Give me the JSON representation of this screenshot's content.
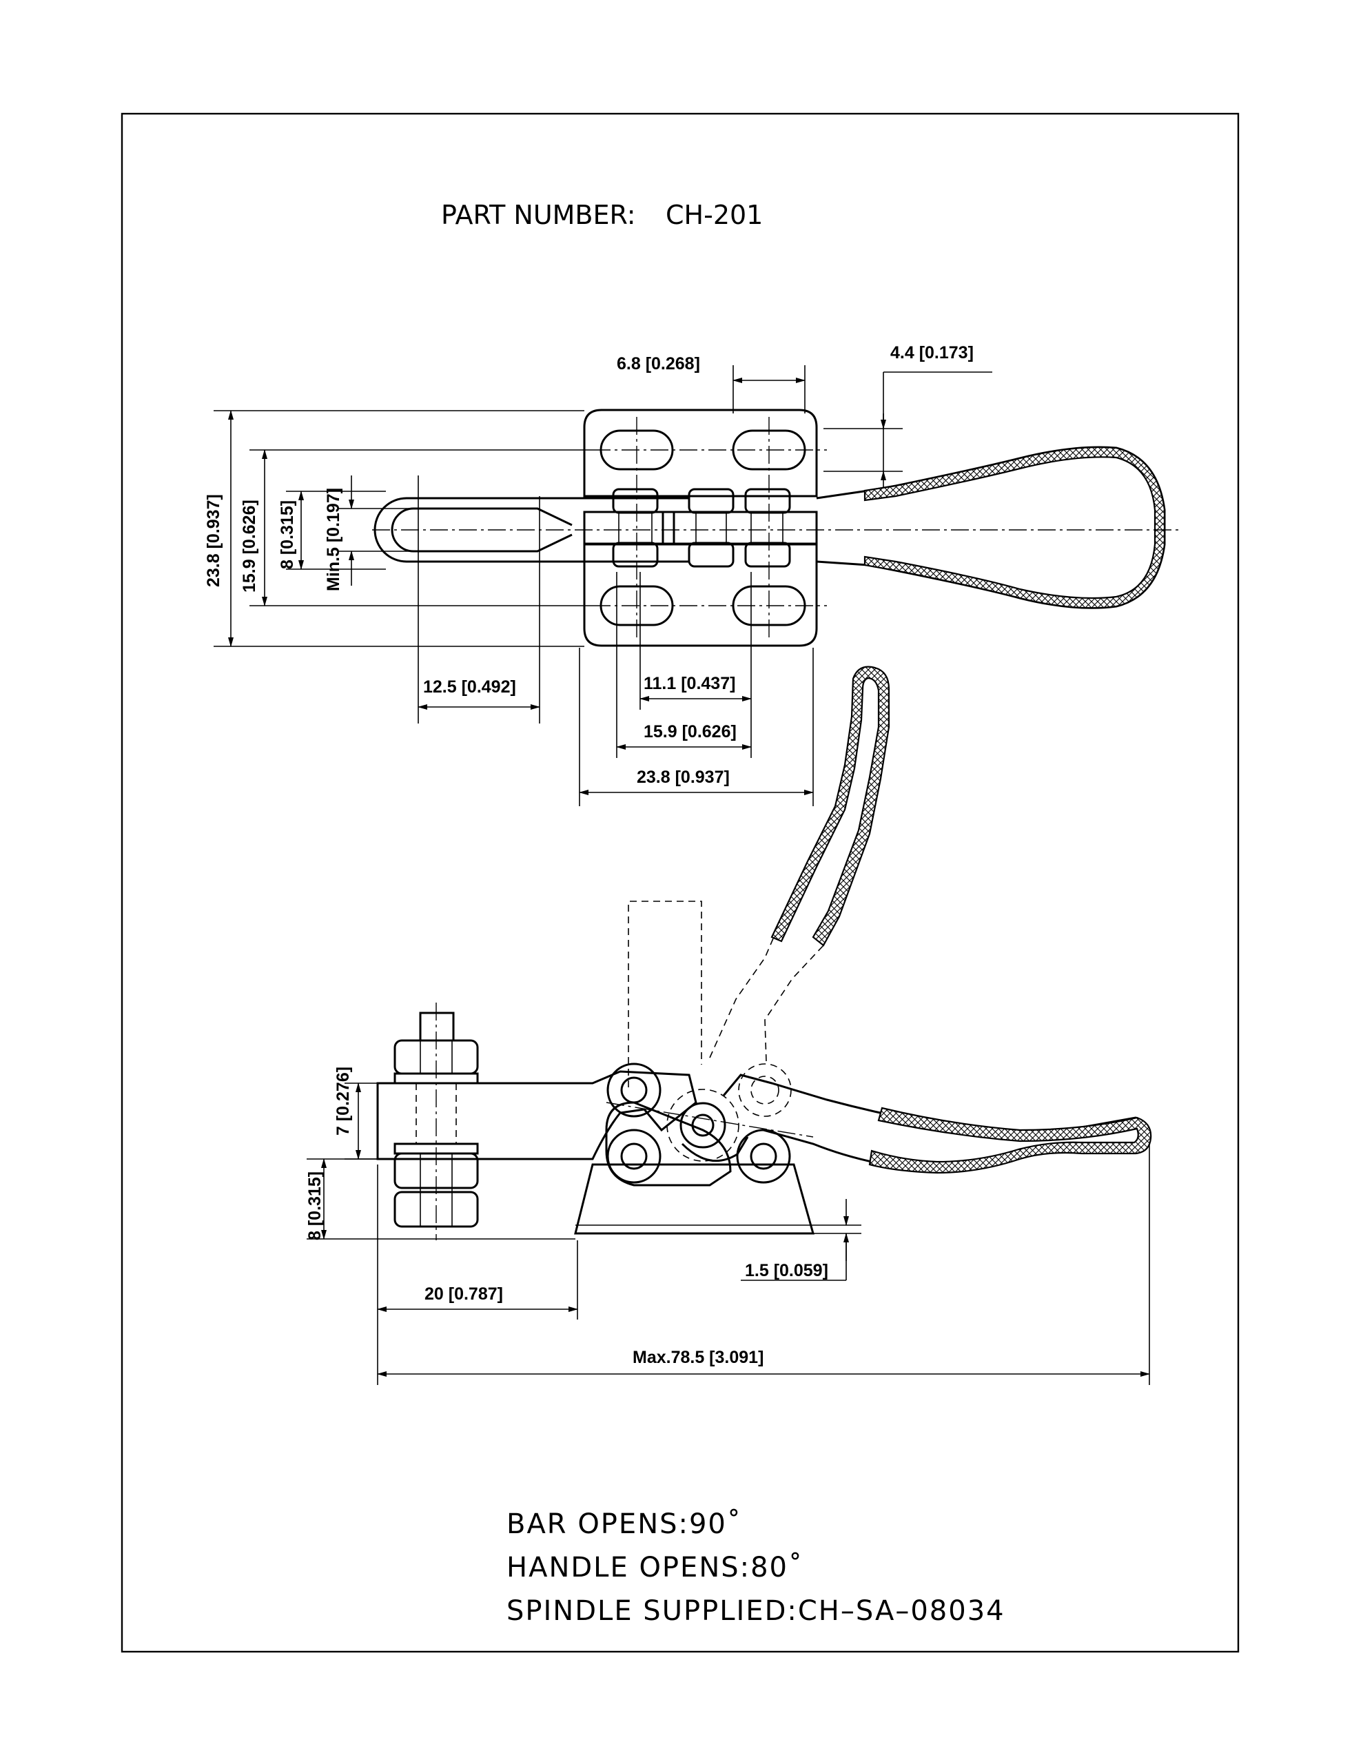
{
  "title": {
    "label": "PART NUMBER:",
    "value": "CH-201"
  },
  "dimensions": {
    "top_width_6_8": "6.8 [0.268]",
    "top_4_4": "4.4 [0.173]",
    "height_23_8": "23.8 [0.937]",
    "height_15_9": "15.9 [0.626]",
    "height_8": "8 [0.315]",
    "min_5": "Min.5 [0.197]",
    "len_12_5": "12.5 [0.492]",
    "w_11_1": "11.1 [0.437]",
    "w_15_9": "15.9 [0.626]",
    "w_23_8": "23.8 [0.937]",
    "side_7": "7 [0.276]",
    "side_8": "8 [0.315]",
    "base_1_5": "1.5 [0.059]",
    "reach_20": "20 [0.787]",
    "max_78_5": "Max.78.5 [3.091]"
  },
  "notes": {
    "bar_opens": "BAR  OPENS:90˚",
    "handle_opens": "HANDLE  OPENS:80˚",
    "spindle": "SPINDLE  SUPPLIED:CH–SA–08034"
  }
}
